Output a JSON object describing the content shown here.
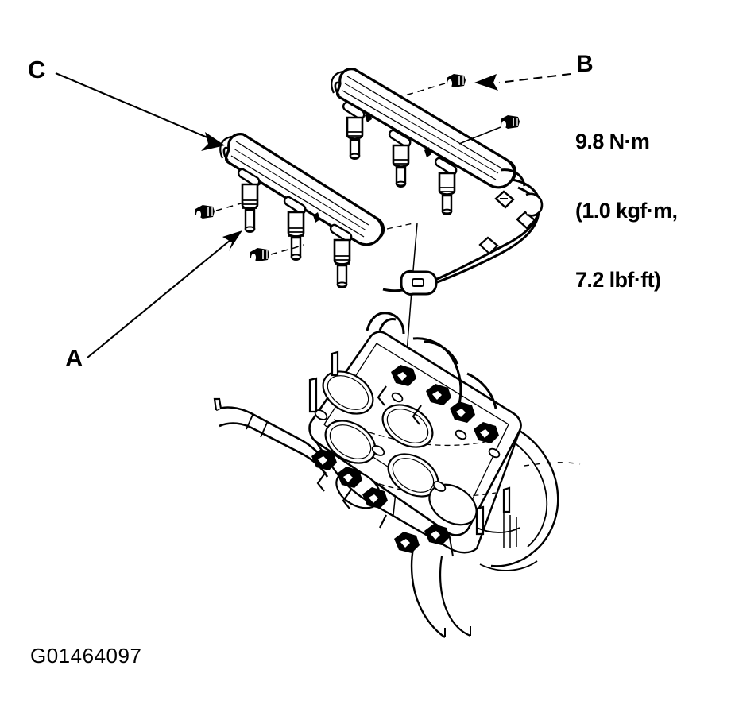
{
  "figure": {
    "code": "G01464097",
    "background_color": "#ffffff",
    "line_color": "#000000"
  },
  "callouts": [
    {
      "id": "C",
      "label": "C",
      "description": "front-fuel-rail-callout",
      "leader": "arrow pointing down-right to left end of front fuel rail"
    },
    {
      "id": "A",
      "label": "A",
      "description": "fuel-injector-callout",
      "leader": "arrow pointing up-right to front fuel rail injectors"
    },
    {
      "id": "B",
      "label": "B",
      "description": "fuel-rail-mounting-bolt-callout",
      "leader": "dashed arrow pointing left to mounting bolt"
    }
  ],
  "torque": {
    "line1": "9.8 N·m",
    "line2": "(1.0 kgf·m,",
    "line3": "7.2 lbf·ft)"
  },
  "components": {
    "rear_fuel_rail": "rear-fuel-rail",
    "front_fuel_rail": "front-fuel-rail",
    "injectors_count": 6,
    "bolts_count": 4,
    "intake_manifold": "intake-manifold-assembly",
    "fuel_hoses": "fuel-supply-hoses"
  }
}
